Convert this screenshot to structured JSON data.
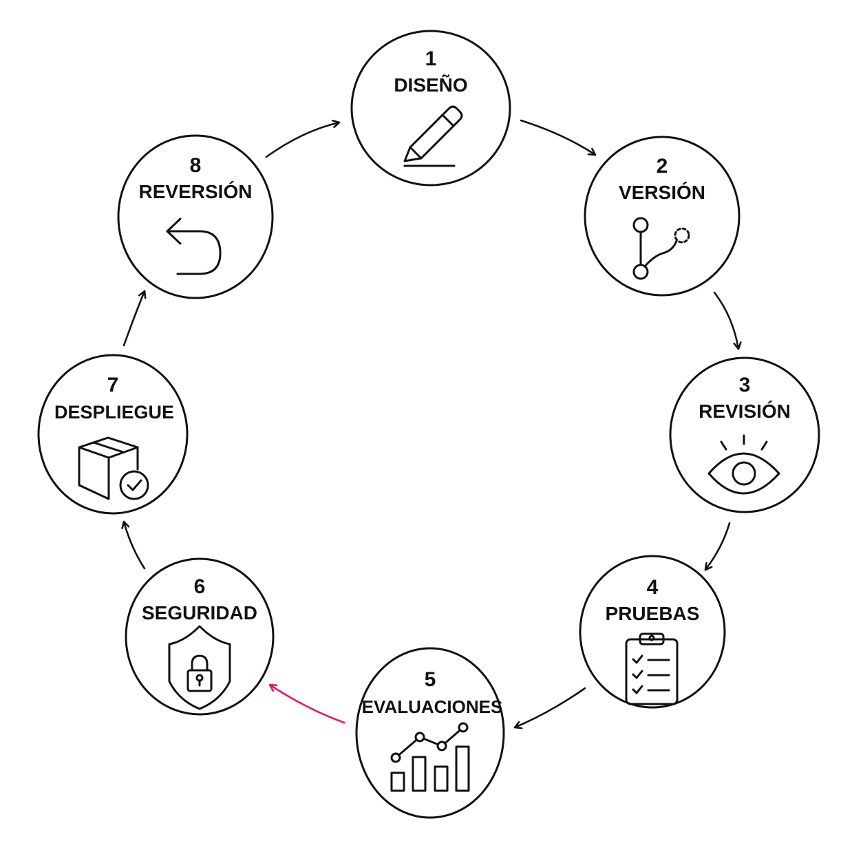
{
  "colors": {
    "stroke": "#111111",
    "background": "#ffffff",
    "highlight_arrow": "#e0196e"
  },
  "steps": [
    {
      "number": "1",
      "label": "DISEÑO",
      "icon": "pencil-icon"
    },
    {
      "number": "2",
      "label": "VERSIÓN",
      "icon": "git-branch-icon"
    },
    {
      "number": "3",
      "label": "REVISIÓN",
      "icon": "eye-icon"
    },
    {
      "number": "4",
      "label": "PRUEBAS",
      "icon": "clipboard-checklist-icon"
    },
    {
      "number": "5",
      "label": "EVALUACIONES",
      "icon": "bar-line-chart-icon"
    },
    {
      "number": "6",
      "label": "SEGURIDAD",
      "icon": "shield-lock-icon"
    },
    {
      "number": "7",
      "label": "DESPLIEGUE",
      "icon": "box-check-icon"
    },
    {
      "number": "8",
      "label": "REVERSIÓN",
      "icon": "undo-arrow-icon"
    }
  ],
  "arrows": [
    {
      "from": "1",
      "to": "2",
      "highlighted": false
    },
    {
      "from": "2",
      "to": "3",
      "highlighted": false
    },
    {
      "from": "3",
      "to": "4",
      "highlighted": false
    },
    {
      "from": "4",
      "to": "5",
      "highlighted": false
    },
    {
      "from": "5",
      "to": "6",
      "highlighted": true
    },
    {
      "from": "6",
      "to": "7",
      "highlighted": false
    },
    {
      "from": "7",
      "to": "8",
      "highlighted": false
    },
    {
      "from": "8",
      "to": "1",
      "highlighted": false
    }
  ]
}
